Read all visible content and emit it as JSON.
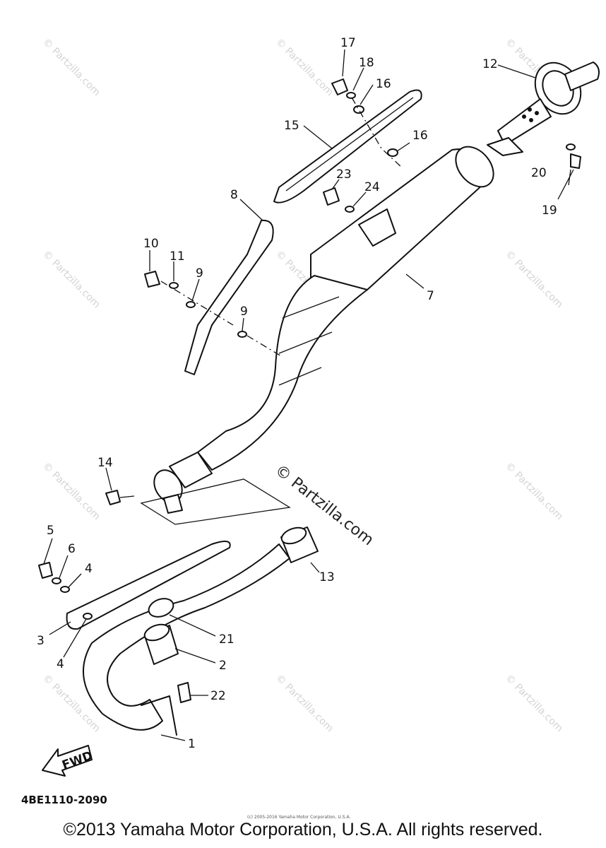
{
  "diagram": {
    "callouts": [
      {
        "id": "1",
        "label": "1"
      },
      {
        "id": "2",
        "label": "2"
      },
      {
        "id": "3",
        "label": "3"
      },
      {
        "id": "4a",
        "label": "4"
      },
      {
        "id": "4b",
        "label": "4"
      },
      {
        "id": "5",
        "label": "5"
      },
      {
        "id": "6",
        "label": "6"
      },
      {
        "id": "7",
        "label": "7"
      },
      {
        "id": "8",
        "label": "8"
      },
      {
        "id": "9a",
        "label": "9"
      },
      {
        "id": "9b",
        "label": "9"
      },
      {
        "id": "10",
        "label": "10"
      },
      {
        "id": "11",
        "label": "11"
      },
      {
        "id": "12",
        "label": "12"
      },
      {
        "id": "13",
        "label": "13"
      },
      {
        "id": "14",
        "label": "14"
      },
      {
        "id": "15",
        "label": "15"
      },
      {
        "id": "16a",
        "label": "16"
      },
      {
        "id": "16b",
        "label": "16"
      },
      {
        "id": "17",
        "label": "17"
      },
      {
        "id": "18",
        "label": "18"
      },
      {
        "id": "19",
        "label": "19"
      },
      {
        "id": "20",
        "label": "20"
      },
      {
        "id": "21",
        "label": "21"
      },
      {
        "id": "22",
        "label": "22"
      },
      {
        "id": "23",
        "label": "23"
      },
      {
        "id": "24",
        "label": "24"
      }
    ],
    "fwd_label": "FWD",
    "watermark_center": "© Partzilla.com",
    "watermark_small": "© Partzilla.com",
    "part_number": "4BE1110-2090",
    "copyright": "©2013 Yamaha Motor Corporation, U.S.A. All rights reserved.",
    "tiny_note": "(c) 2005-2016 Yamaha Motor Corporation, U.S.A."
  }
}
